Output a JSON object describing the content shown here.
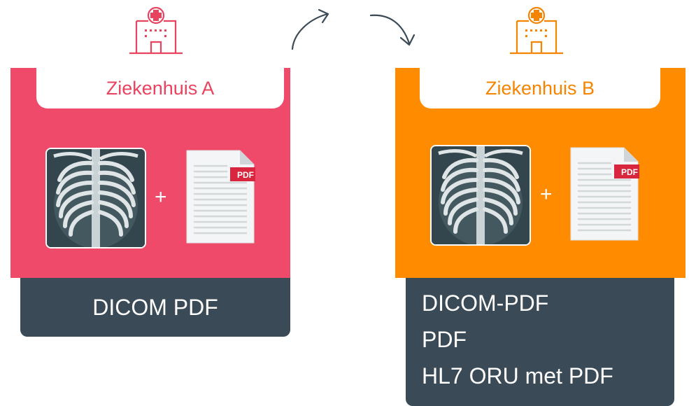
{
  "hospital_a": {
    "name": "Ziekenhuis A",
    "color": "#ef4a6a",
    "formats": [
      "DICOM PDF"
    ]
  },
  "hospital_b": {
    "name": "Ziekenhuis B",
    "color": "#ff8c00",
    "formats": [
      "DICOM-PDF",
      "PDF",
      "HL7 ORU met PDF"
    ]
  },
  "plus_symbol": "+",
  "pdf_badge": "PDF",
  "icons": {
    "hospital": "hospital-building-icon",
    "xray": "chest-xray-image",
    "document": "pdf-document-icon",
    "arrow": "curved-arrow-icon"
  },
  "format_box_color": "#3a4a56"
}
